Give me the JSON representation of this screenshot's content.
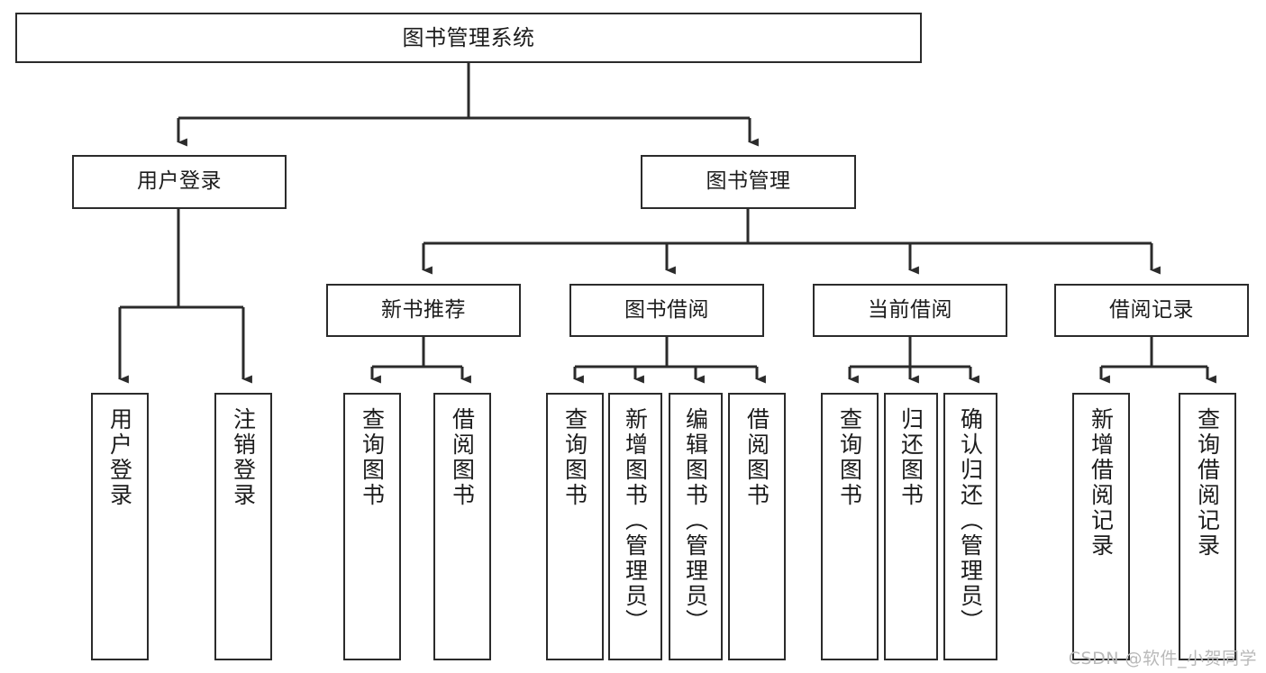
{
  "diagram": {
    "title": "图书管理系统",
    "style": {
      "box_border_color": "#2b2b2b",
      "box_fill_color": "#ffffff",
      "line_color": "#2b2b2b",
      "text_color": "#1c1c1c",
      "background_color": "#ffffff",
      "watermark_color": "#b9b9b9"
    },
    "root": {
      "label": "图书管理系统"
    },
    "branches": [
      {
        "label": "用户登录"
      },
      {
        "label": "图书管理"
      }
    ],
    "groups": [
      {
        "label": "新书推荐"
      },
      {
        "label": "图书借阅"
      },
      {
        "label": "当前借阅"
      },
      {
        "label": "借阅记录"
      }
    ],
    "leaves": [
      {
        "label": "用户登录"
      },
      {
        "label": "注销登录"
      },
      {
        "label": "查询图书"
      },
      {
        "label": "借阅图书"
      },
      {
        "label": "查询图书"
      },
      {
        "label": "新增图书（管理员）"
      },
      {
        "label": "编辑图书（管理员）"
      },
      {
        "label": "借阅图书"
      },
      {
        "label": "查询图书"
      },
      {
        "label": "归还图书"
      },
      {
        "label": "确认归还（管理员）"
      },
      {
        "label": "新增借阅记录"
      },
      {
        "label": "查询借阅记录"
      }
    ]
  },
  "watermark": {
    "text": "CSDN @软件_小贺同学"
  }
}
